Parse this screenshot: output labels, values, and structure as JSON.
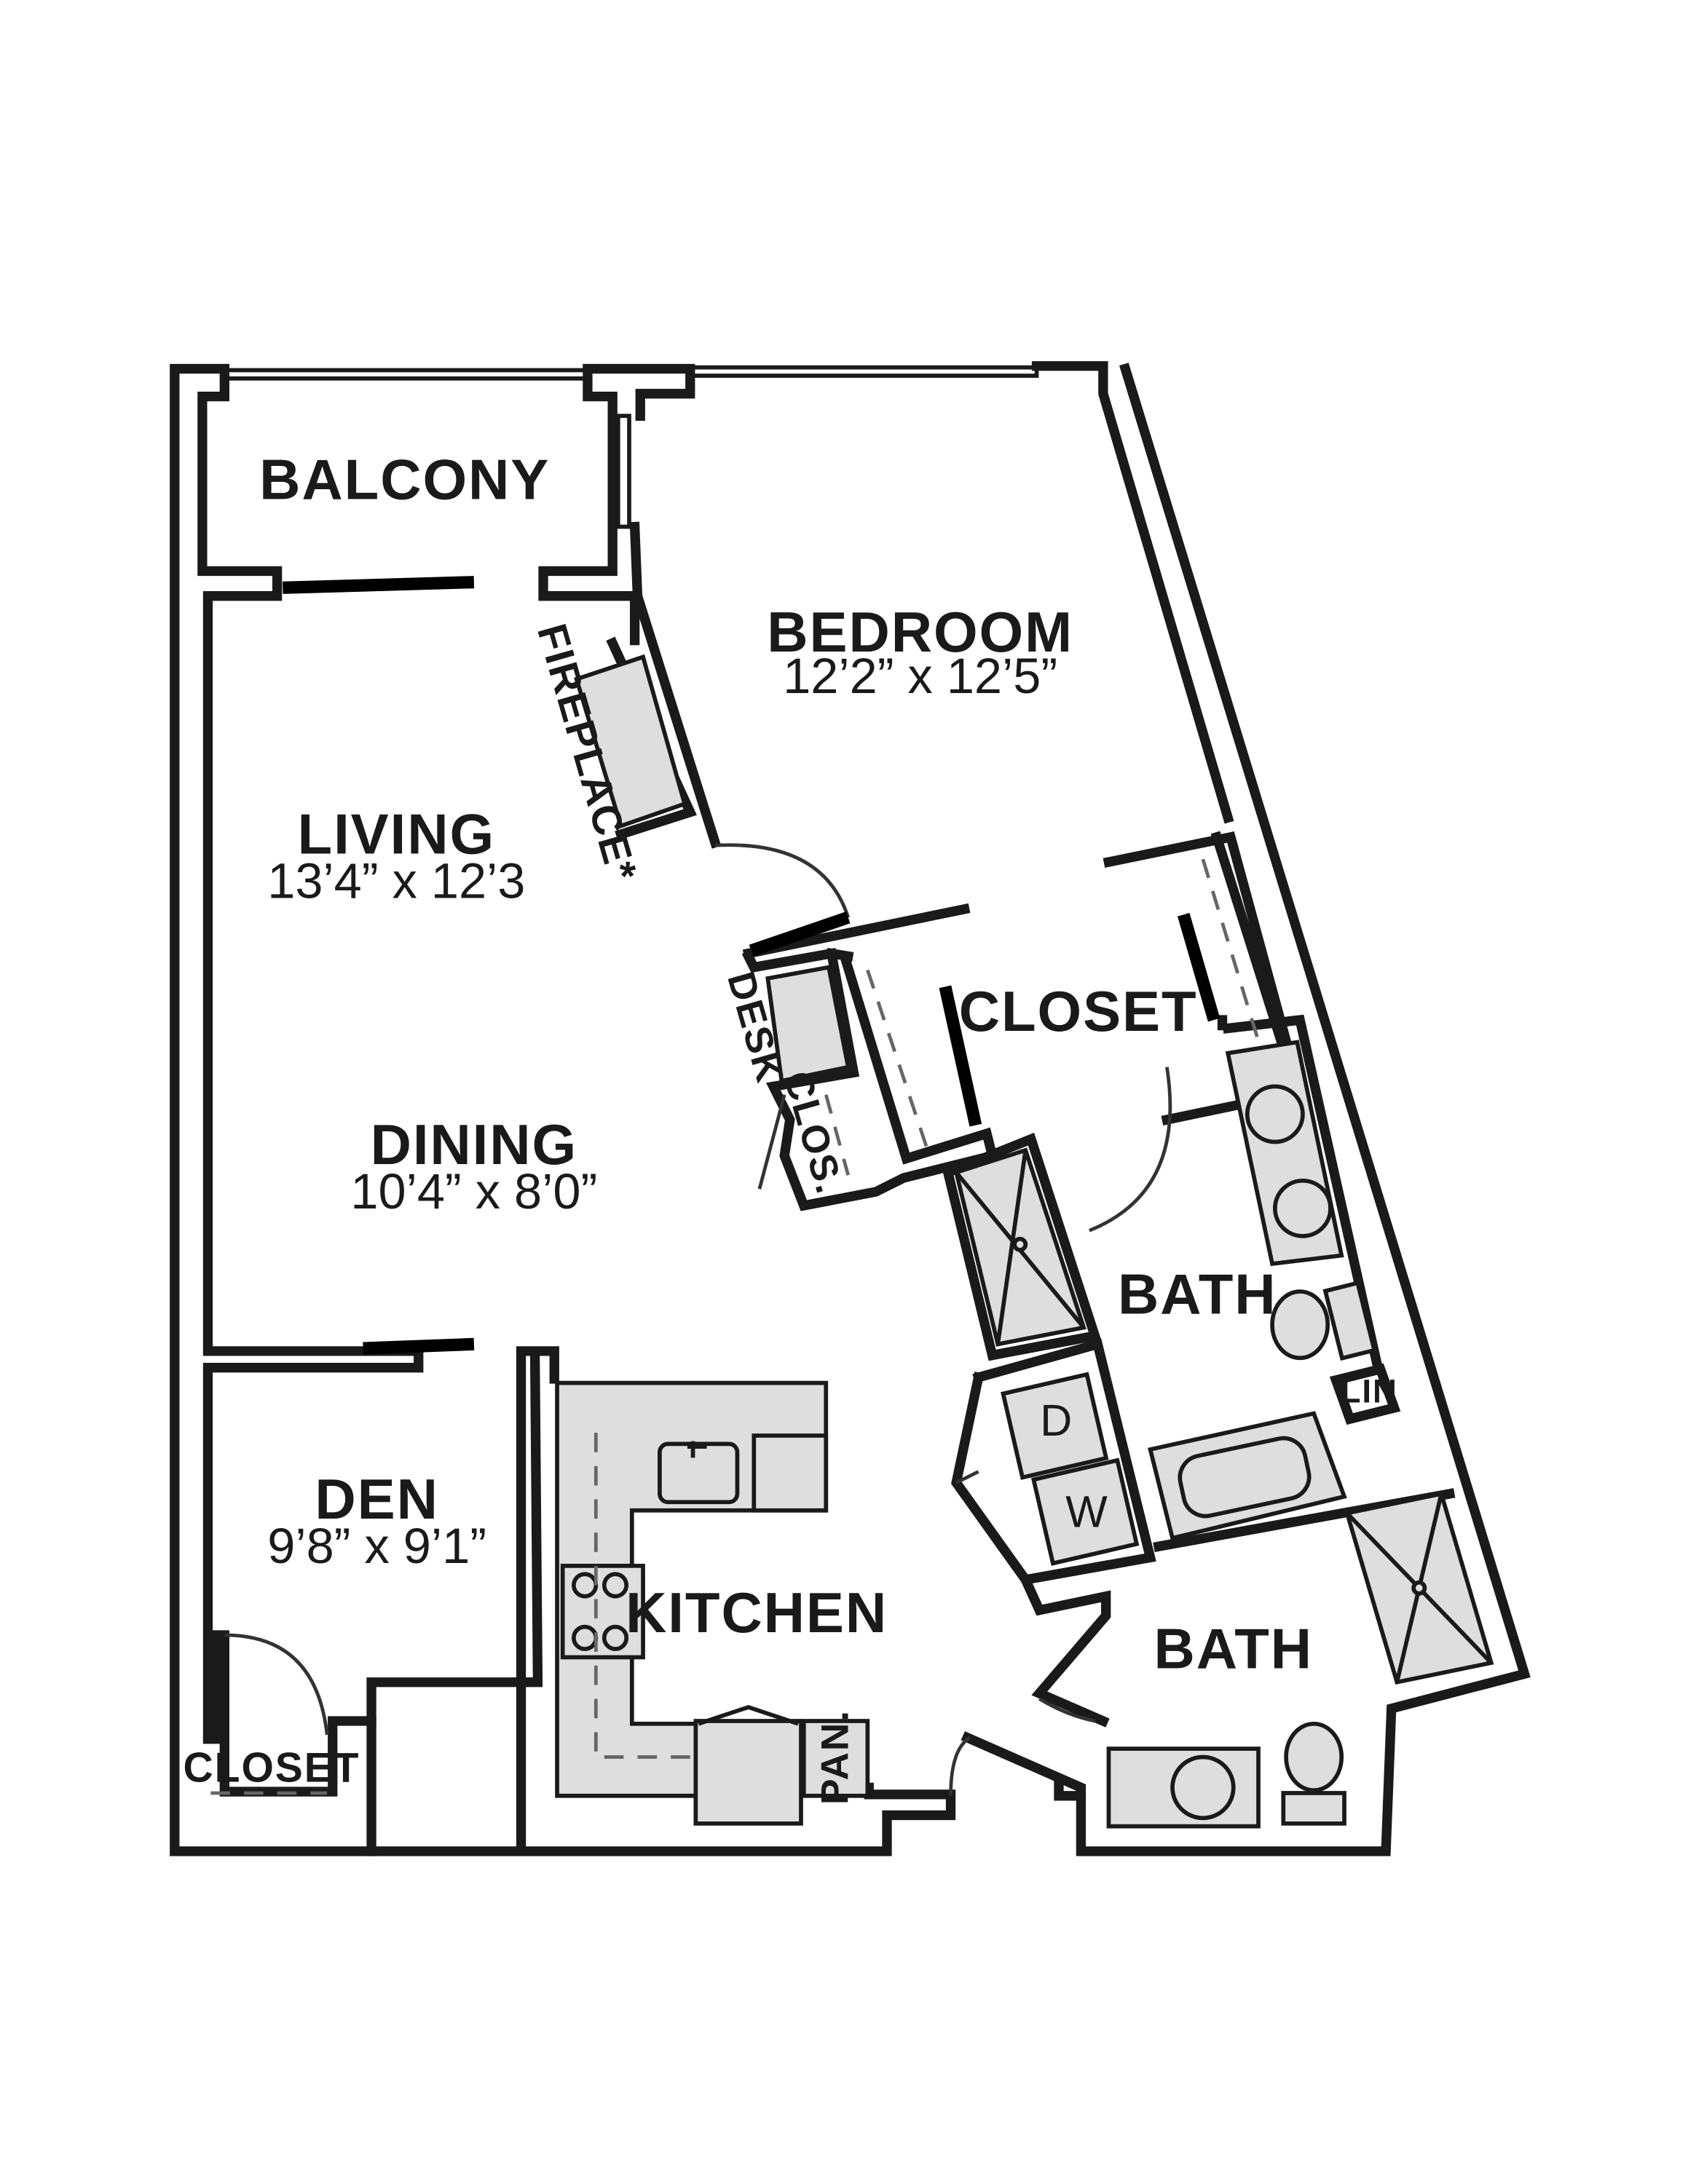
{
  "rooms": {
    "balcony": {
      "name": "BALCONY"
    },
    "bedroom": {
      "name": "BEDROOM",
      "dims": "12’2” x 12’5”"
    },
    "living": {
      "name": "LIVING",
      "dims": "13’4” x 12’3"
    },
    "dining": {
      "name": "DINING",
      "dims": "10’4” x 8’0”"
    },
    "den": {
      "name": "DEN",
      "dims": "9’8” x 9’1”"
    },
    "kitchen": {
      "name": "KITCHEN"
    },
    "closet_bedroom": {
      "name": "CLOSET"
    },
    "closet_den": {
      "name": "CLOSET"
    },
    "bath_main": {
      "name": "BATH"
    },
    "bath_second": {
      "name": "BATH"
    }
  },
  "features": {
    "fireplace": "FIREPLACE*",
    "desk": "DESK",
    "clos": "CLOS.",
    "linen": "LIN",
    "pantry": "PAN.",
    "dryer": "D",
    "washer": "W"
  }
}
